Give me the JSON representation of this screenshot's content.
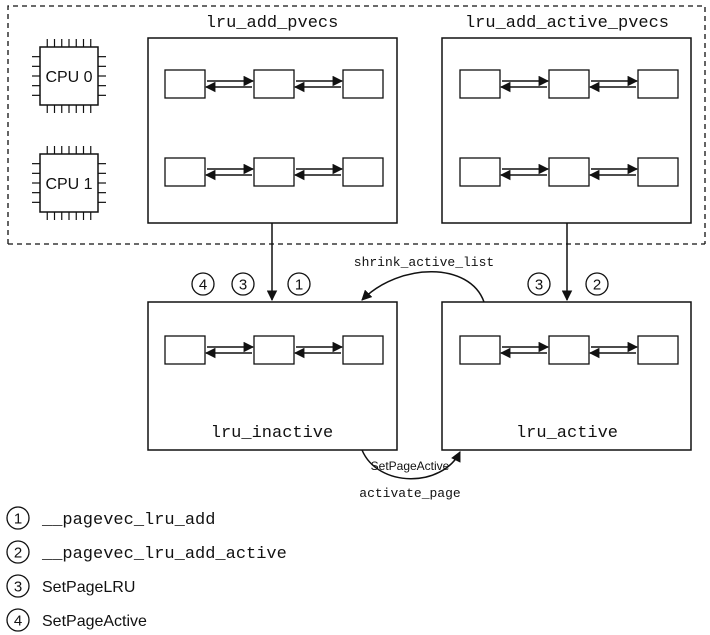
{
  "boxes": {
    "pvecs": "lru_add_pvecs",
    "active_pvecs": "lru_add_active_pvecs",
    "inactive": "lru_inactive",
    "active": "lru_active"
  },
  "cpus": [
    "CPU 0",
    "CPU 1"
  ],
  "edges": {
    "shrink": "shrink_active_list",
    "set_page_active": "SetPageActive",
    "activate": "activate_page"
  },
  "markers": {
    "m1": "1",
    "m2": "2",
    "m3": "3",
    "m4": "4"
  },
  "legend": [
    {
      "num": "1",
      "label": "__pagevec_lru_add"
    },
    {
      "num": "2",
      "label": "__pagevec_lru_add_active"
    },
    {
      "num": "3",
      "label": "SetPageLRU"
    },
    {
      "num": "4",
      "label": "SetPageActive"
    }
  ],
  "colors": {
    "inactive_fill": "#d9d9d9",
    "line": "#111111"
  }
}
